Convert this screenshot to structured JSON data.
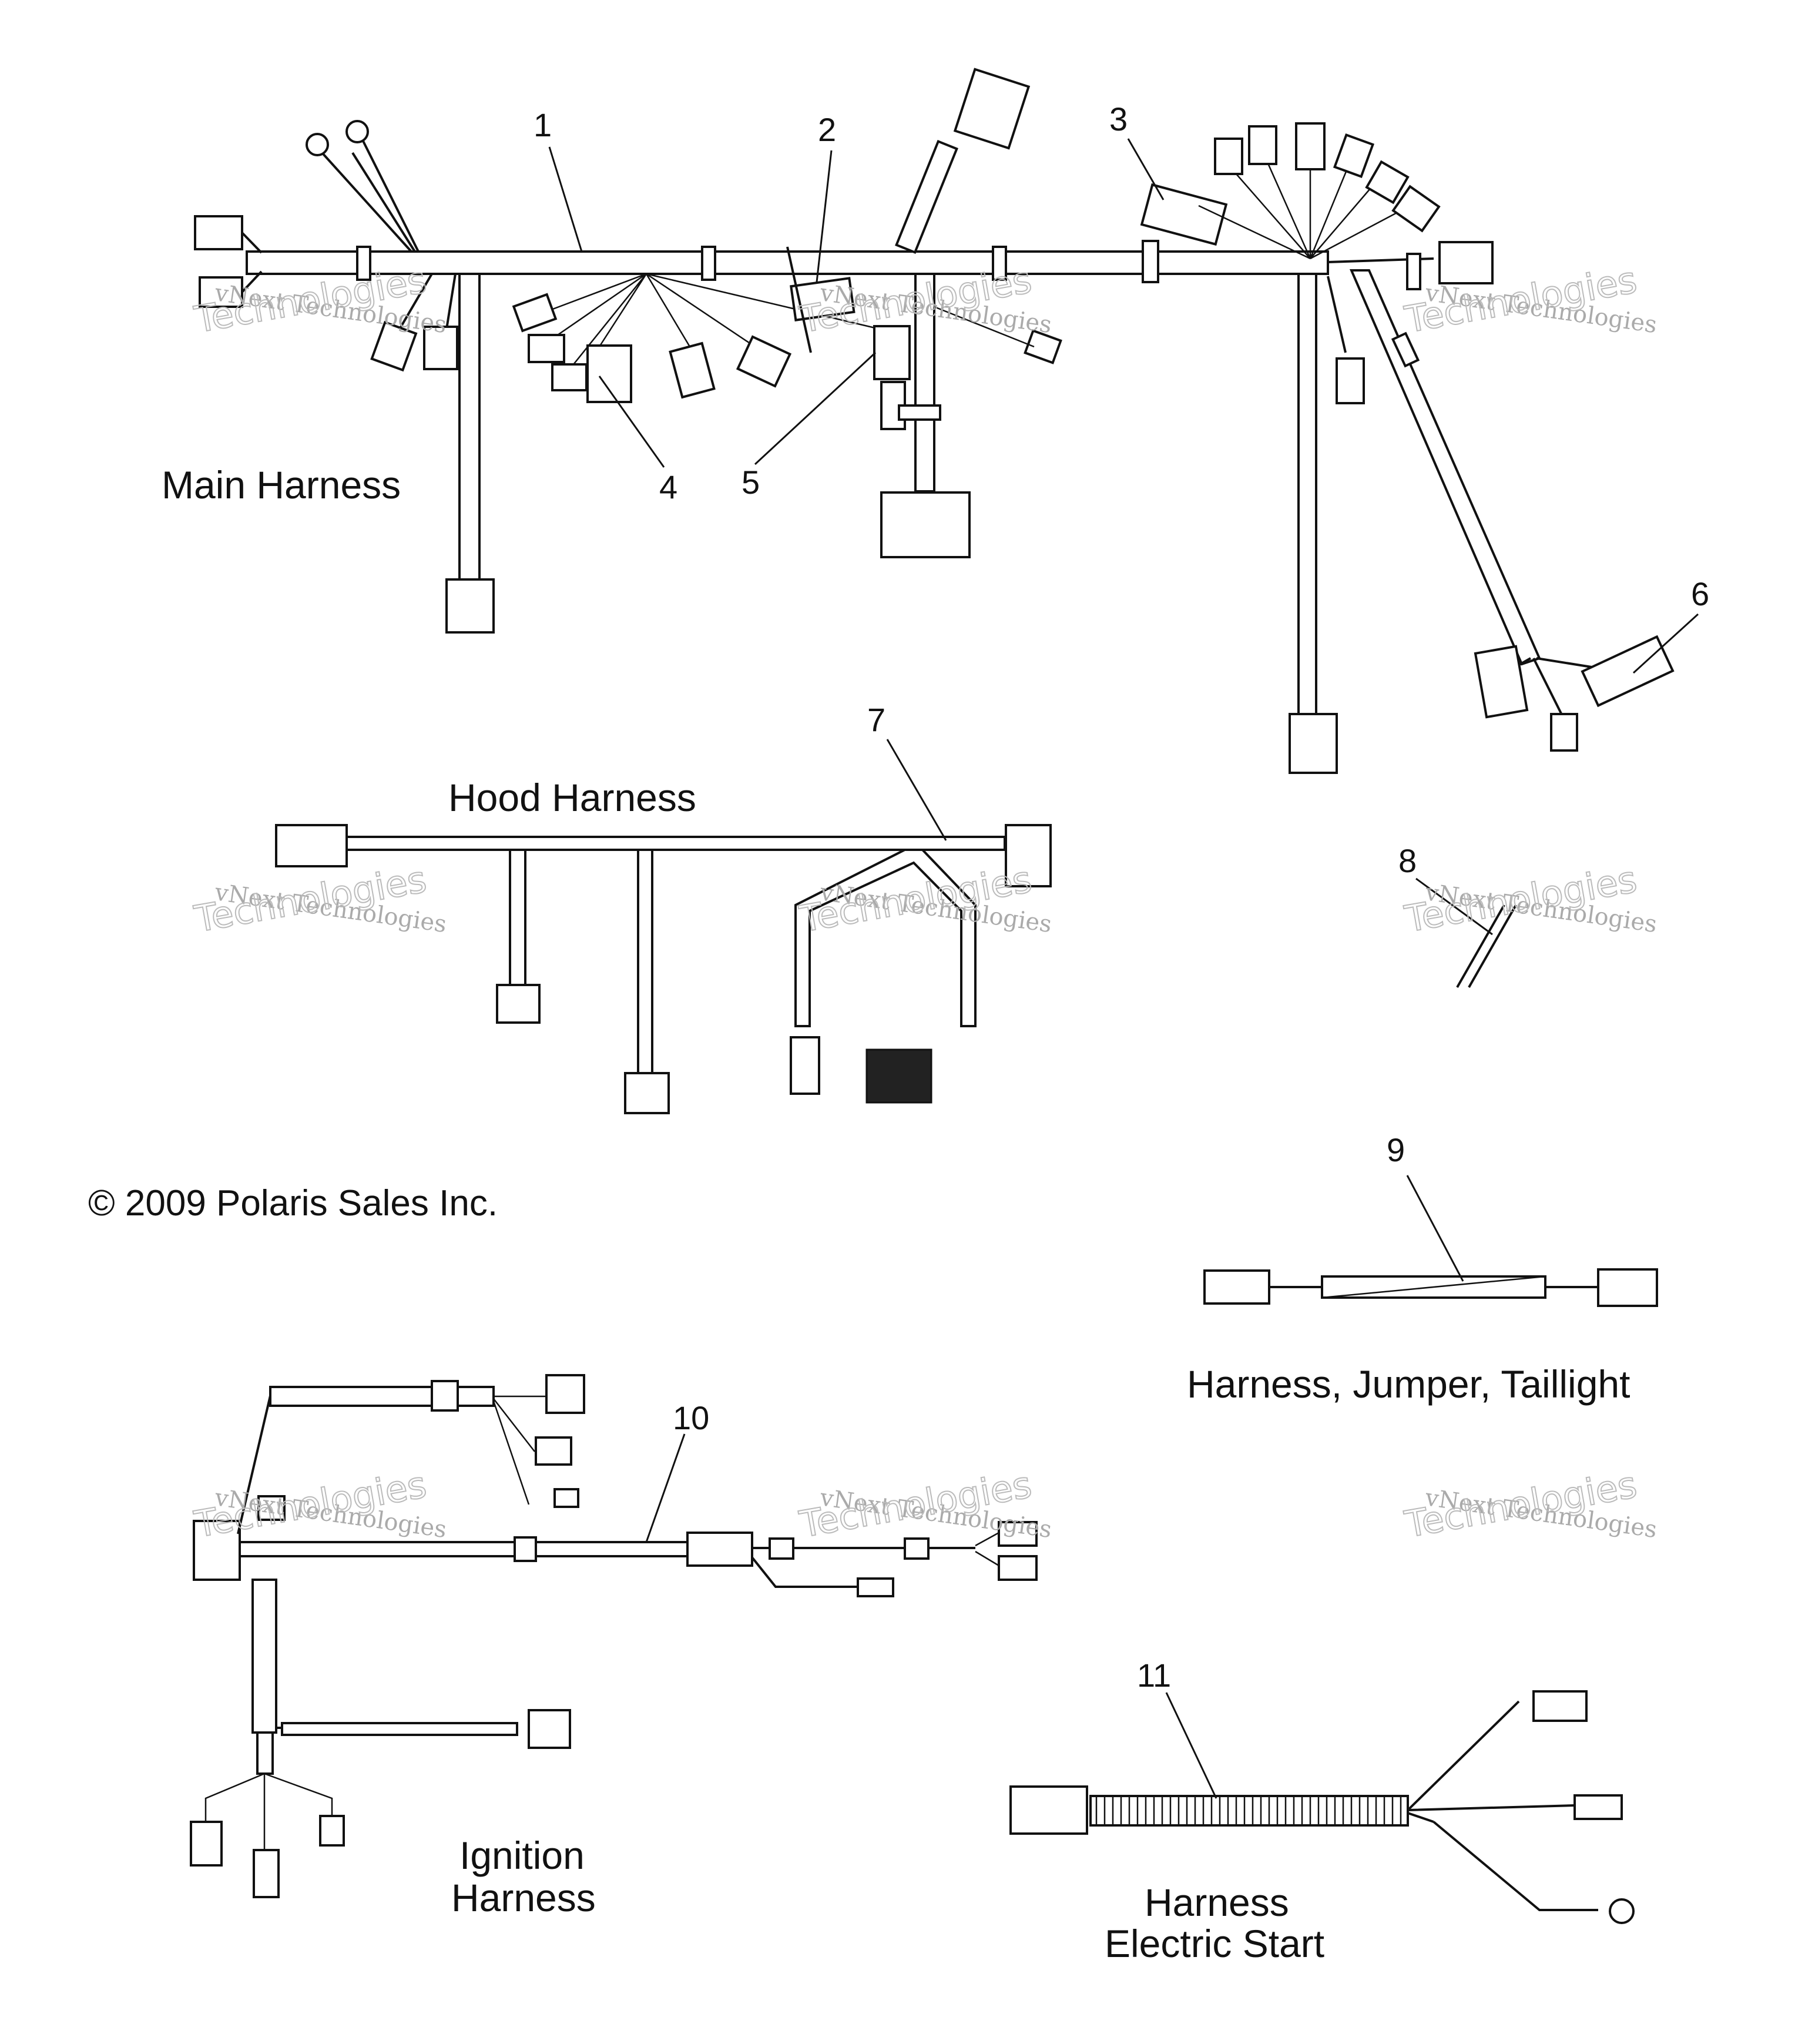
{
  "callouts": [
    "1",
    "2",
    "3",
    "4",
    "5",
    "6",
    "7",
    "8",
    "9",
    "10",
    "11"
  ],
  "titles": {
    "main": "Main Harness",
    "hood": "Hood Harness",
    "jumper": "Harness, Jumper, Taillight",
    "ignition_1": "Ignition",
    "ignition_2": "Harness",
    "electric_1": "Harness",
    "electric_2": "Electric Start"
  },
  "copyright": "© 2009 Polaris Sales Inc.",
  "watermark": {
    "line1": "vNext Technologies",
    "line2": "Technologies"
  }
}
